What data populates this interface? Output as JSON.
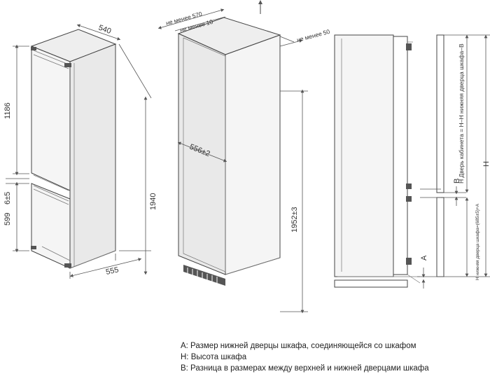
{
  "fridge_dims": {
    "top_depth": "540",
    "upper_height": "1186",
    "gap": "6±5",
    "lower_height": "599",
    "total_height": "1940",
    "bottom_depth": "555"
  },
  "niche_dims": {
    "min_depth": "не менее 570",
    "min_gap_10": "не менее 10",
    "min_gap_50": "не менее 50",
    "width": "556±2",
    "height": "1952±3"
  },
  "door_dims": {
    "label_a": "A",
    "label_b": "B",
    "label_h": "H",
    "upper_door_rotated": "H Дверь кабинета = H–H нижняя дверца шкафа–B",
    "lower_door_rotated": "H нижняя дверца шкафа=(685±5)+A"
  },
  "legend": [
    "A: Размер нижней дверцы шкафа, соединяющейся со шкафом",
    "H: Высота шкафа",
    "B: Разница в размерах между верхней и нижней дверцами шкафа"
  ]
}
